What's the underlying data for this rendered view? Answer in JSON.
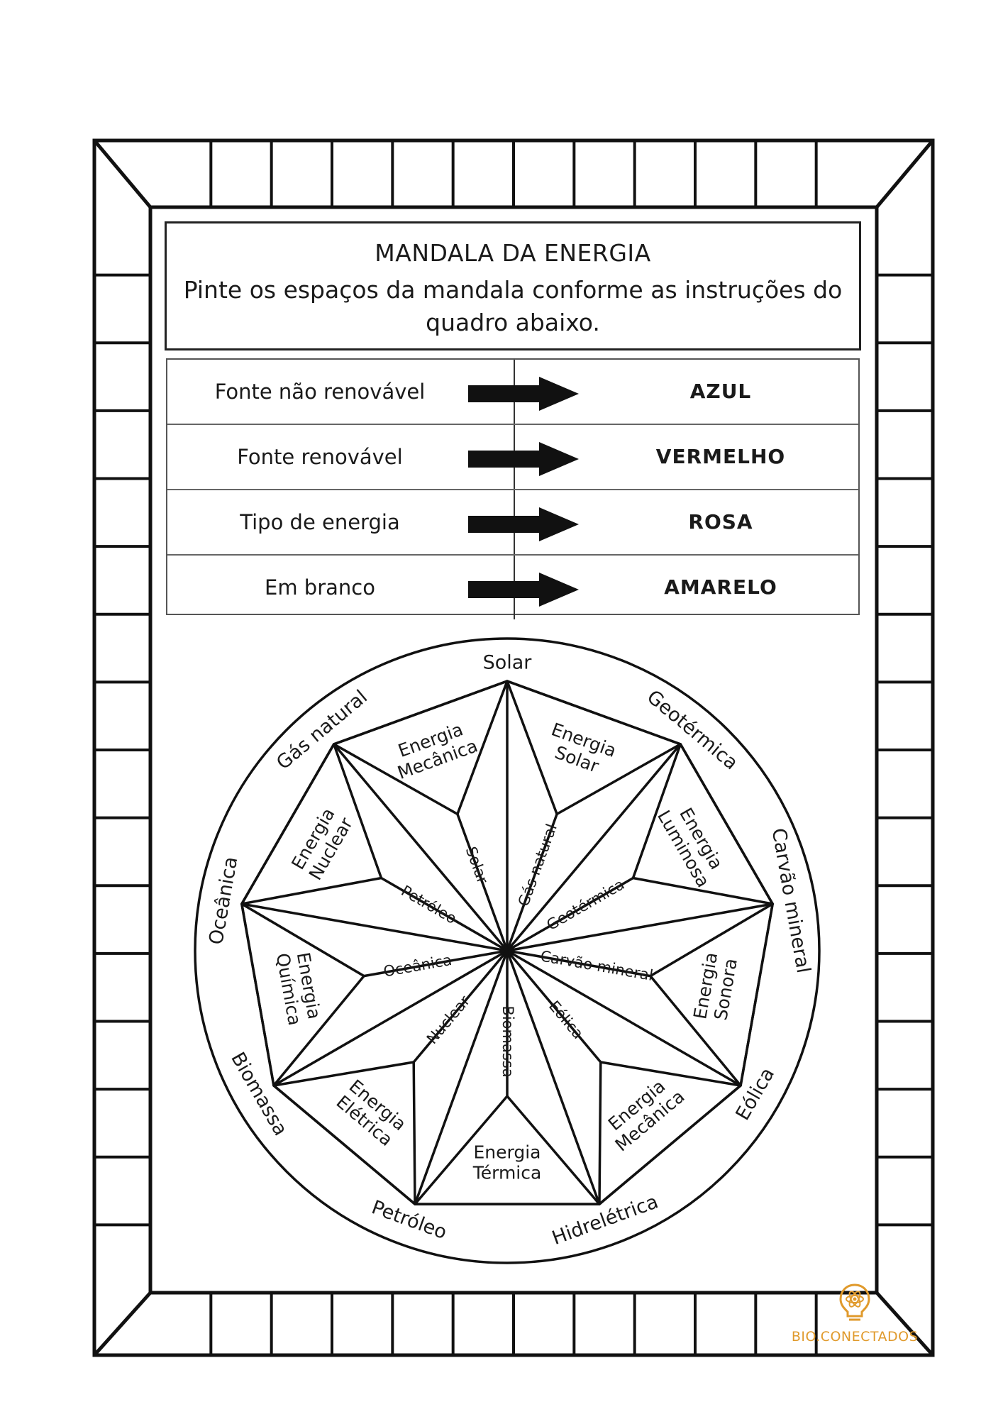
{
  "header": {
    "title": "MANDALA DA ENERGIA",
    "instructions": "Pinte os espaços da mandala conforme as instruções do quadro abaixo."
  },
  "legend": [
    {
      "source": "Fonte não renovável",
      "color": "AZUL"
    },
    {
      "source": "Fonte renovável",
      "color": "VERMELHO"
    },
    {
      "source": "Tipo de energia",
      "color": "ROSA"
    },
    {
      "source": "Em branco",
      "color": "AMARELO"
    }
  ],
  "mandala": {
    "outer_ring": [
      "Solar",
      "Geotérmica",
      "Carvão mineral",
      "Eólica",
      "Hidrelétrica",
      "Petróleo",
      "Biomassa",
      "Oceânica",
      "Gás natural"
    ],
    "energy_types": [
      "Energia Solar",
      "Energia Luminosa",
      "Energia Sonora",
      "Energia Mecânica",
      "Energia Térmica",
      "Energia Elétrica",
      "Energia Química",
      "Energia Nuclear",
      "Energia Mecânica"
    ],
    "inner_spokes": [
      "Gás natural",
      "Geotérmica",
      "Carvão mineral",
      "Eólica",
      "Biomassa",
      "Nuclear",
      "Oceânica",
      "Petróleo",
      "Solar"
    ]
  },
  "brand": {
    "logo_text": "BIO.CONECTADOS",
    "accent_color": "#e09a2c",
    "icon": "lightbulb-atom-icon"
  }
}
